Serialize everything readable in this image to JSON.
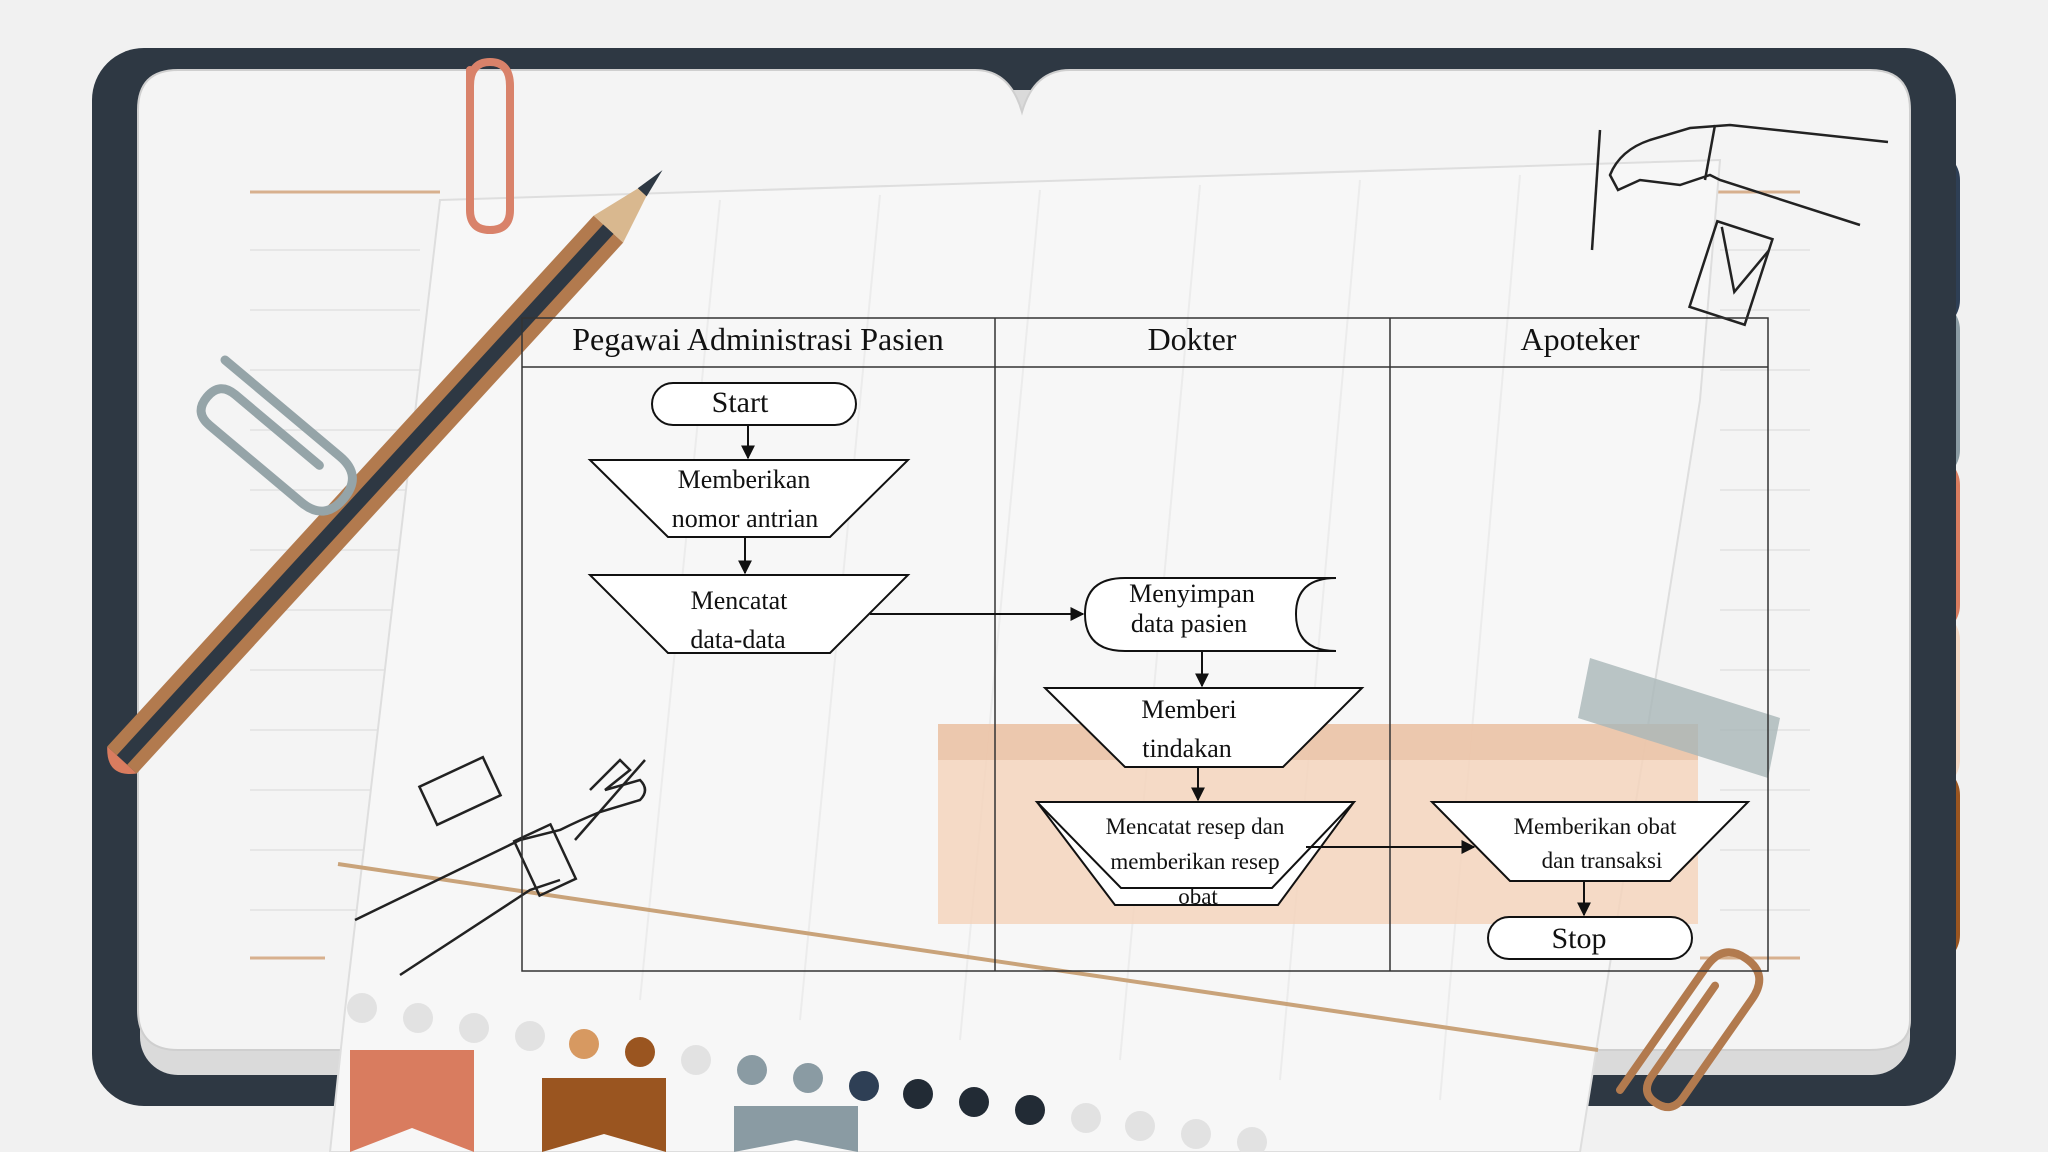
{
  "lanes": [
    "Pegawai Administrasi Pasien",
    "Dokter",
    "Apoteker"
  ],
  "nodes": {
    "start": "Start",
    "nomor_1": "Memberikan",
    "nomor_2": "nomor antrian",
    "catat_1": "Mencatat",
    "catat_2": "data-data",
    "simpan_1": "Menyimpan",
    "simpan_2": "data pasien",
    "tindakan_1": "Memberi",
    "tindakan_2": "tindakan",
    "resep_1": "Mencatat resep  dan",
    "resep_2": "memberikan resep",
    "resep_3": "obat",
    "obat_1": "Memberikan obat",
    "obat_2": "dan transaksi",
    "stop": "Stop"
  },
  "colors": {
    "background": "#f1f1f1",
    "notebook": "#2e3843",
    "page": "#f4f4f4",
    "pencil": "#b27a4e",
    "highlight": "#f5d5bd",
    "tab_blue": "#2e3f55",
    "tab_grey": "#8a9ba3",
    "tab_orange": "#d97c5f",
    "tab_peach": "#f3d8c4",
    "tab_brown": "#9a5520"
  }
}
